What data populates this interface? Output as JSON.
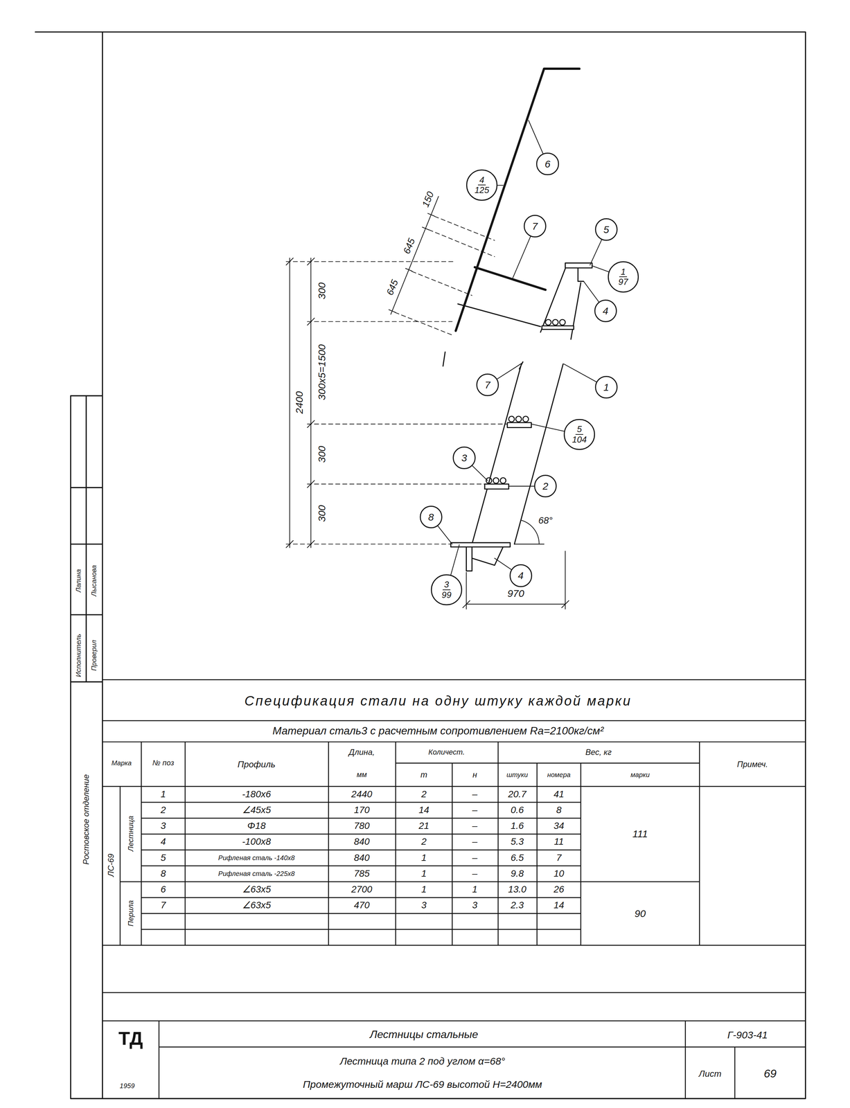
{
  "diagram": {
    "nodes": [
      {
        "text": [
          "6"
        ]
      },
      {
        "text": [
          "4",
          "125"
        ]
      },
      {
        "text": [
          "7"
        ]
      },
      {
        "text": [
          "5"
        ]
      },
      {
        "text": [
          "1",
          "97"
        ]
      },
      {
        "text": [
          "4"
        ]
      },
      {
        "text": [
          "7"
        ]
      },
      {
        "text": [
          "1"
        ]
      },
      {
        "text": [
          "5",
          "104"
        ]
      },
      {
        "text": [
          "3"
        ]
      },
      {
        "text": [
          "2"
        ]
      },
      {
        "text": [
          "8"
        ]
      },
      {
        "text": [
          "4"
        ]
      },
      {
        "text": [
          "3",
          "99"
        ]
      }
    ],
    "labels": [
      "2400",
      "300",
      "300x5=1500",
      "300",
      "300",
      "645",
      "645",
      "150",
      "68°",
      "970",
      "Спецификация стали на одну штуку каждой марки",
      "Материал сталь3 с расчетным сопротивлением Rа=2100кг/см²",
      "Марка",
      "№ поз",
      "Профиль",
      "Длина,",
      "мм",
      "Количест.",
      "т",
      "н",
      "Вес, кг",
      "штуки",
      "номера",
      "марки",
      "Примеч.",
      "ЛС-69",
      "Лестница",
      "Перила",
      "1",
      "-180x6",
      "2440",
      "2",
      "–",
      "20.7",
      "41",
      "2",
      "∠45x5",
      "170",
      "14",
      "–",
      "0.6",
      "8",
      "3",
      "Φ18",
      "780",
      "21",
      "–",
      "1.6",
      "34",
      "4",
      "-100x8",
      "840",
      "2",
      "–",
      "5.3",
      "11",
      "5",
      "Рифленая сталь -140x8",
      "840",
      "1",
      "–",
      "6.5",
      "7",
      "8",
      "Рифленая сталь -225x8",
      "785",
      "1",
      "–",
      "9.8",
      "10",
      "6",
      "∠63x5",
      "2700",
      "1",
      "1",
      "13.0",
      "26",
      "7",
      "∠63x5",
      "470",
      "3",
      "3",
      "2.3",
      "14",
      "111",
      "90",
      "ТД",
      "1959",
      "Лестницы стальные",
      "Г-903-41",
      "Лестница типа 2 под углом α=68°",
      "Промежуточный марш ЛС-69 высотой H=2400мм",
      "Лист",
      "69",
      "Исполнитель",
      "Проверил",
      "Лапина",
      "Лысанова",
      "Ростовское отделение"
    ]
  }
}
